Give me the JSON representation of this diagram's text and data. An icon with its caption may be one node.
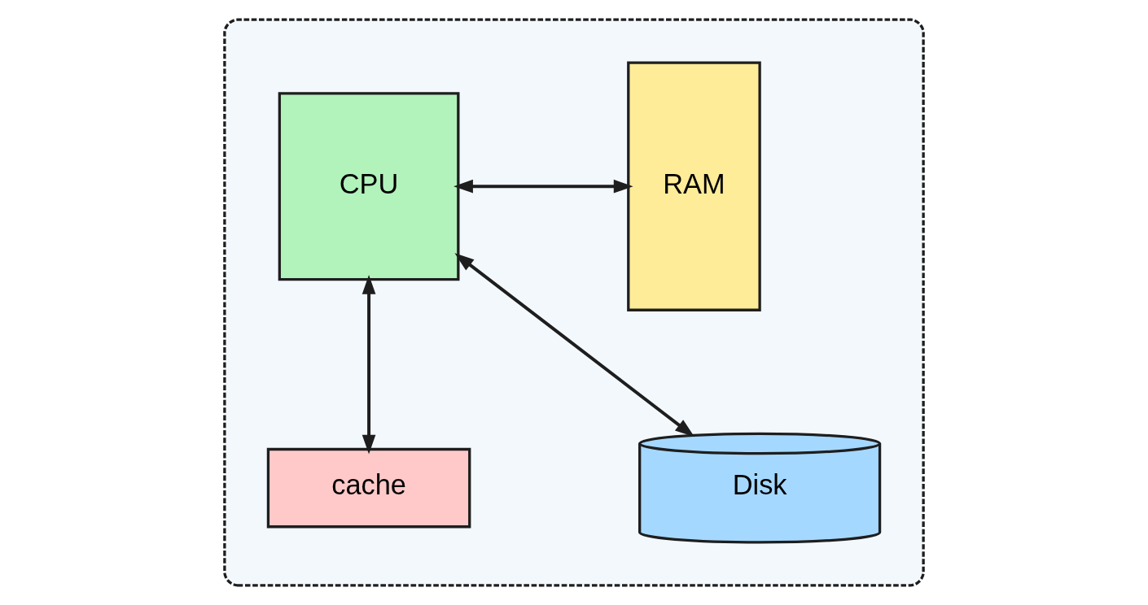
{
  "diagram": {
    "nodes": [
      {
        "text": [],
        "shape": "box"
      },
      {
        "text": [
          "CPU"
        ],
        "in": 0
      },
      {
        "text": [
          "RAM"
        ],
        "in": 0
      },
      {
        "text": [
          "cache"
        ],
        "in": 0
      },
      {
        "text": [
          "Disk"
        ],
        "in": 0
      }
    ],
    "edges": [
      {
        "from": 1,
        "to": 2,
        "arrow": "both"
      },
      {
        "from": 1,
        "to": 4,
        "arrow": "both"
      },
      {
        "from": 1,
        "to": 3,
        "arrow": "both"
      }
    ]
  }
}
